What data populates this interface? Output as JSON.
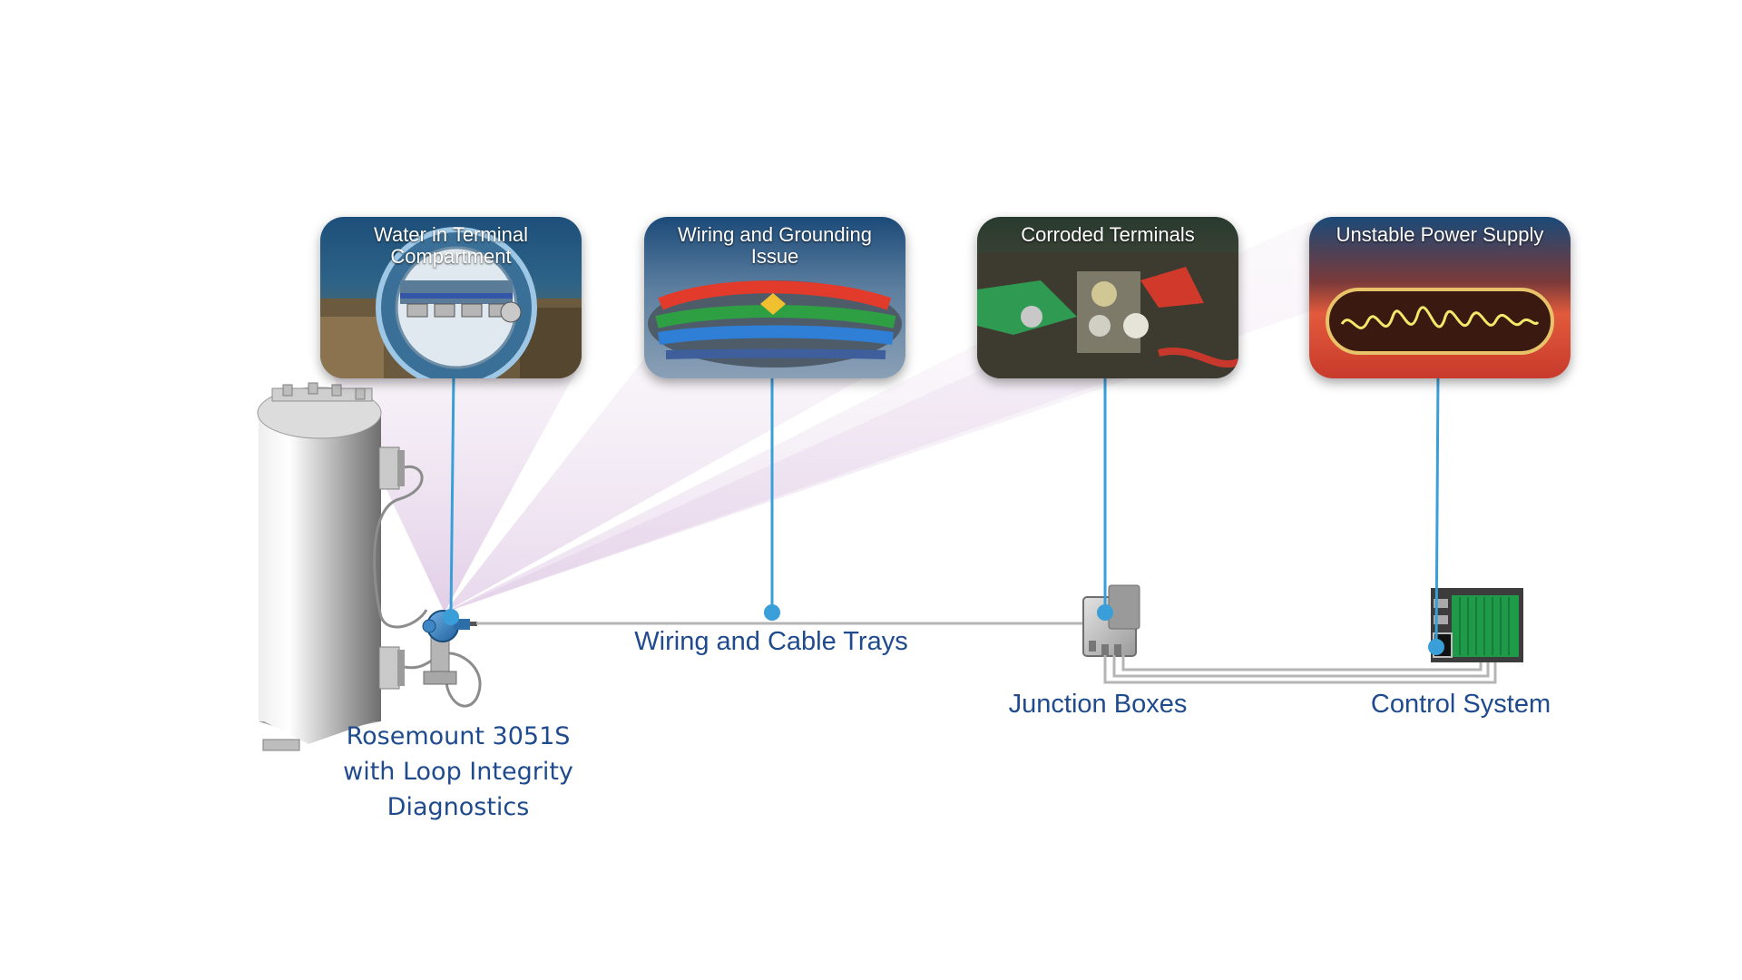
{
  "cards": [
    {
      "title": "Water in Terminal Compartment",
      "icon": "transmitter-gauge-icon"
    },
    {
      "title": "Wiring and Grounding Issue",
      "icon": "cable-bundle-icon"
    },
    {
      "title": "Corroded Terminals",
      "icon": "corroded-terminal-icon"
    },
    {
      "title": "Unstable Power Supply",
      "icon": "waveform-icon"
    }
  ],
  "labels": {
    "transmitter": "Rosemount 3051S with Loop Integrity Diagnostics",
    "wiring": "Wiring and Cable Trays",
    "junction": "Junction Boxes",
    "control": "Control System"
  },
  "colors": {
    "connector": "#3a9fd8",
    "label_text": "#1f4b8e",
    "beam": "#d9bfdf",
    "wire": "#b5b5b5"
  }
}
